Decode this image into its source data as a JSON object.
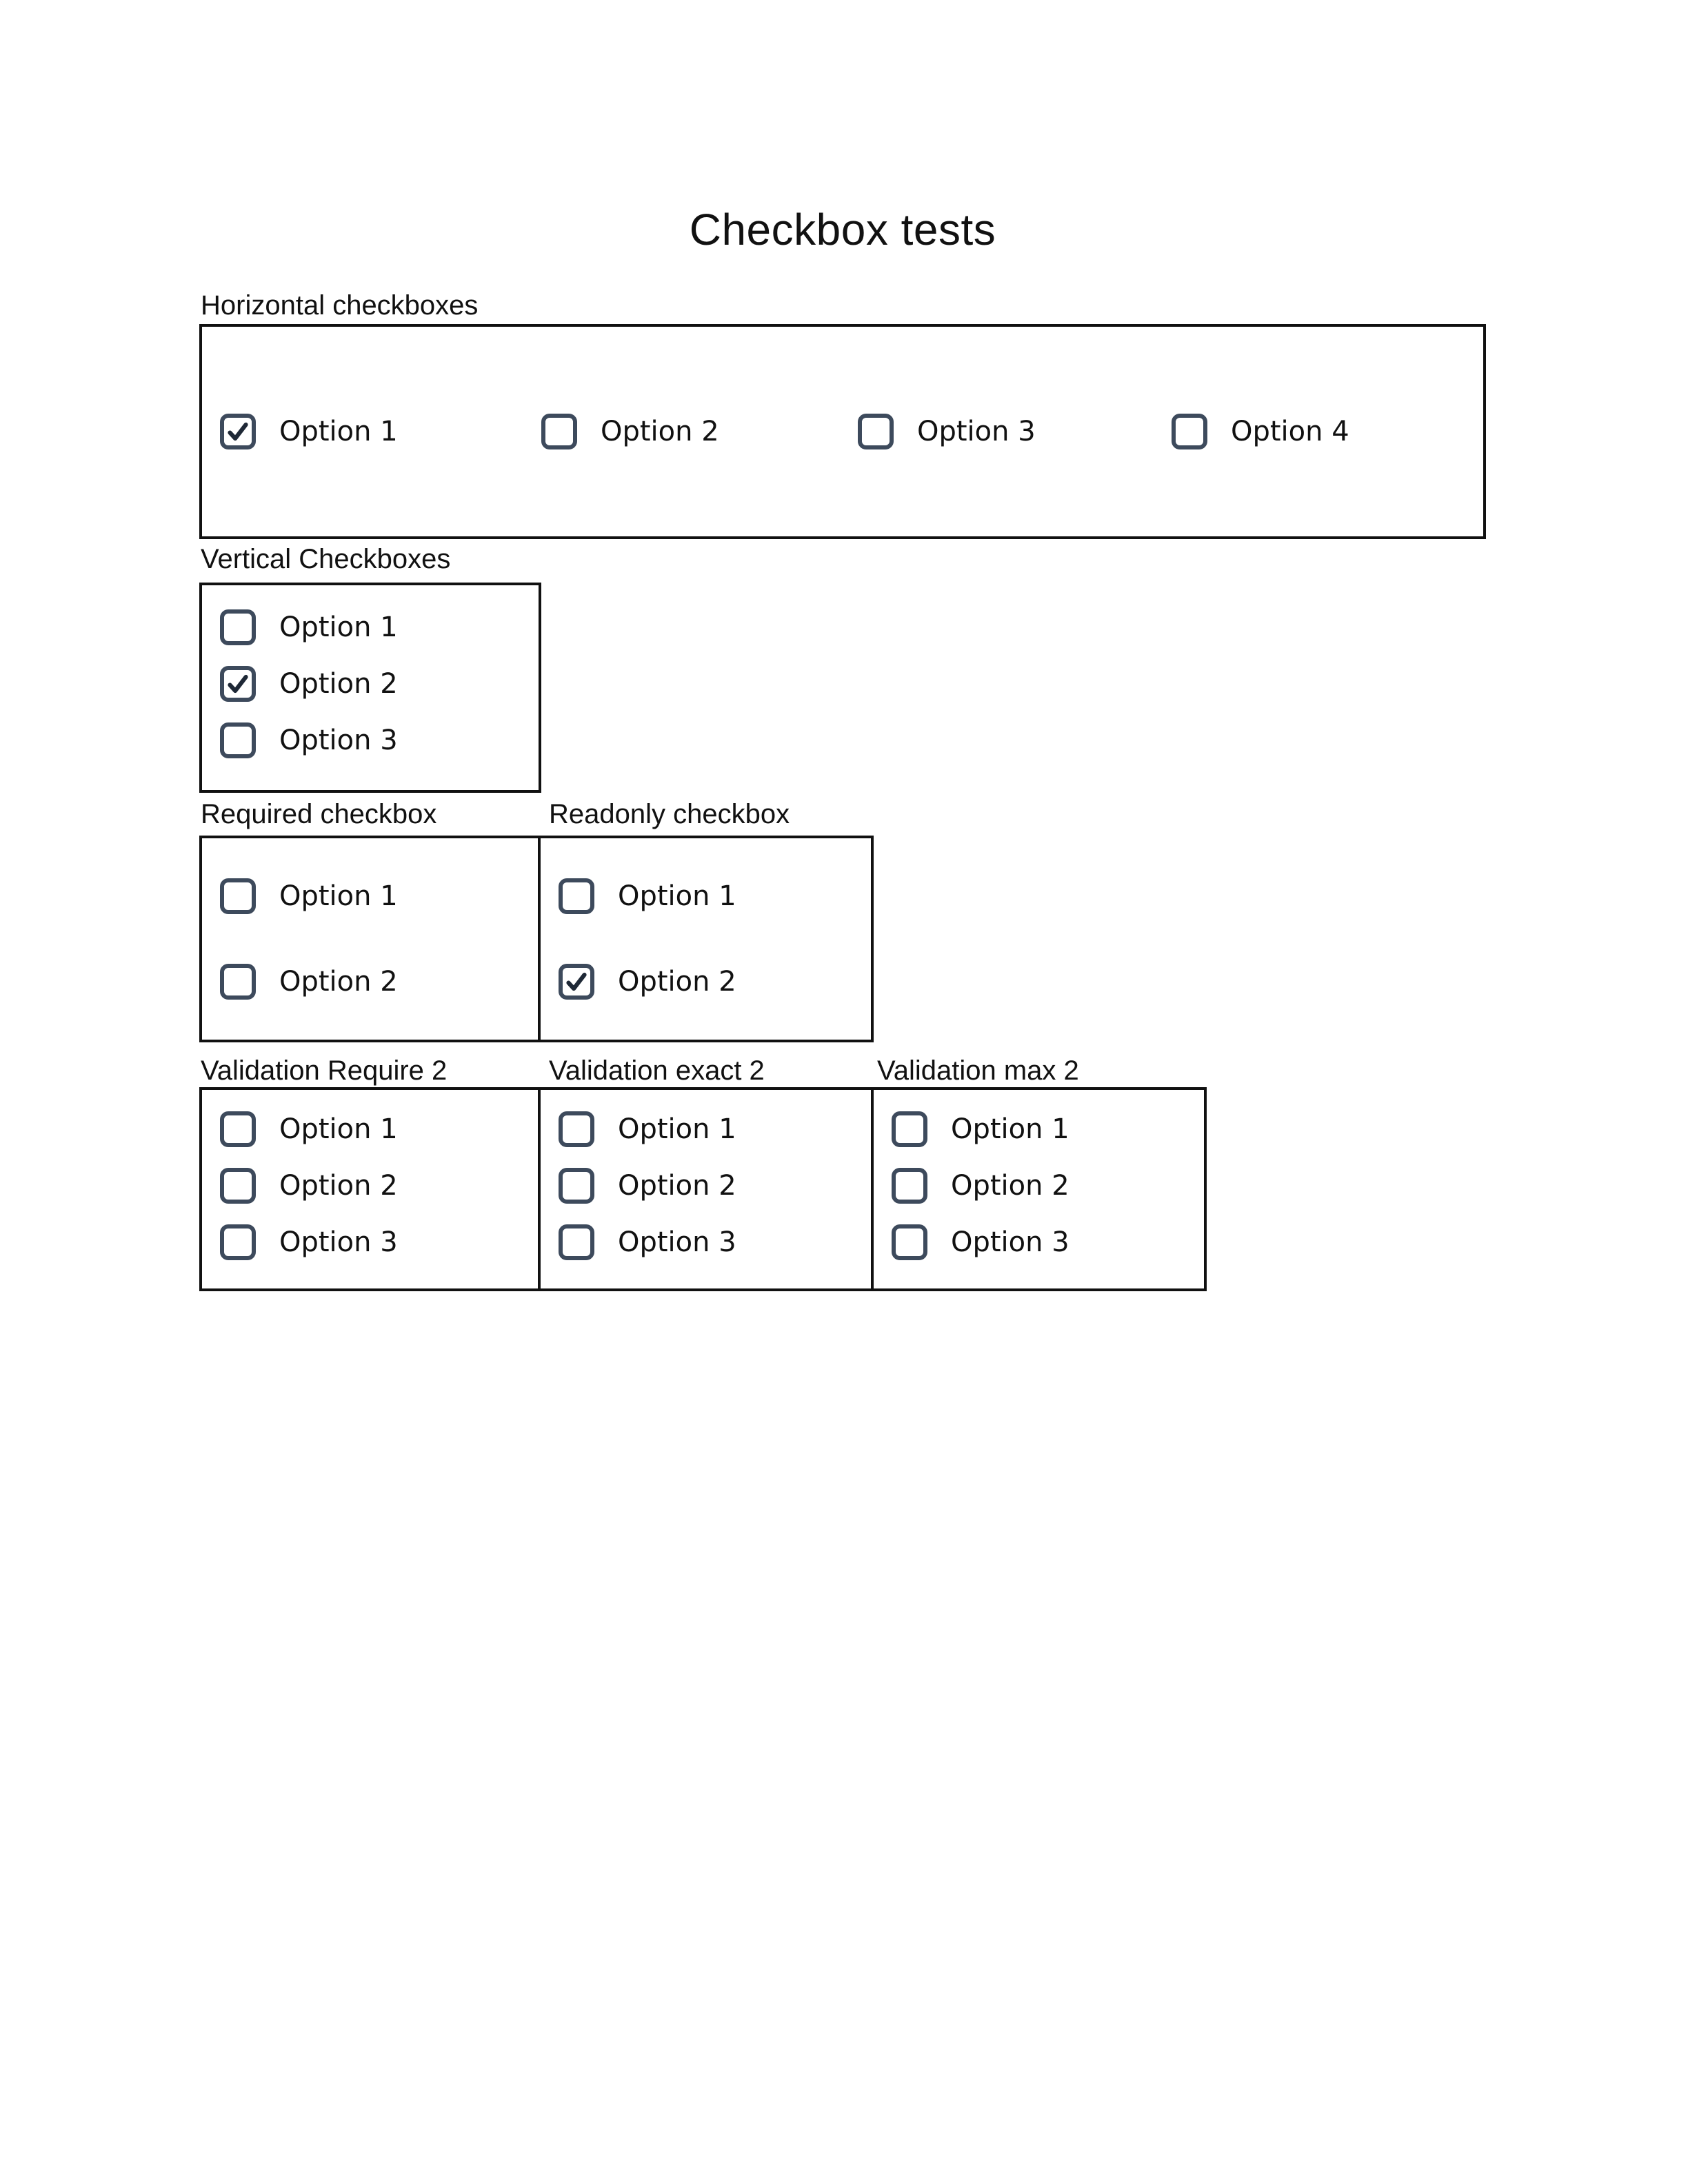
{
  "title": "Checkbox tests",
  "sections": [
    {
      "id": "horizontal",
      "label": "Horizontal checkboxes",
      "readonly": false,
      "options": [
        {
          "label": "Option 1",
          "checked": true
        },
        {
          "label": "Option 2",
          "checked": false
        },
        {
          "label": "Option 3",
          "checked": false
        },
        {
          "label": "Option 4",
          "checked": false
        }
      ]
    },
    {
      "id": "vertical",
      "label": "Vertical Checkboxes",
      "readonly": false,
      "options": [
        {
          "label": "Option 1",
          "checked": false
        },
        {
          "label": "Option 2",
          "checked": true
        },
        {
          "label": "Option 3",
          "checked": false
        }
      ]
    },
    {
      "id": "required",
      "label": "Required checkbox",
      "readonly": false,
      "options": [
        {
          "label": "Option 1",
          "checked": false
        },
        {
          "label": "Option 2",
          "checked": false
        }
      ]
    },
    {
      "id": "readonly",
      "label": "Readonly checkbox",
      "readonly": true,
      "options": [
        {
          "label": "Option 1",
          "checked": false
        },
        {
          "label": "Option 2",
          "checked": true
        }
      ]
    },
    {
      "id": "validation-require-2",
      "label": "Validation Require 2",
      "readonly": false,
      "options": [
        {
          "label": "Option 1",
          "checked": false
        },
        {
          "label": "Option 2",
          "checked": false
        },
        {
          "label": "Option 3",
          "checked": false
        }
      ]
    },
    {
      "id": "validation-exact-2",
      "label": "Validation exact 2",
      "readonly": false,
      "options": [
        {
          "label": "Option 1",
          "checked": false
        },
        {
          "label": "Option 2",
          "checked": false
        },
        {
          "label": "Option 3",
          "checked": false
        }
      ]
    },
    {
      "id": "validation-max-2",
      "label": "Validation max 2",
      "readonly": false,
      "options": [
        {
          "label": "Option 1",
          "checked": false
        },
        {
          "label": "Option 2",
          "checked": false
        },
        {
          "label": "Option 3",
          "checked": false
        }
      ]
    }
  ],
  "icons": {
    "checked": "check-icon"
  },
  "colors": {
    "background": "#ffffff",
    "text": "#111111",
    "box_border": "#111111",
    "checkbox_border": "#3d4a5c",
    "check_mark": "#1e2836"
  }
}
